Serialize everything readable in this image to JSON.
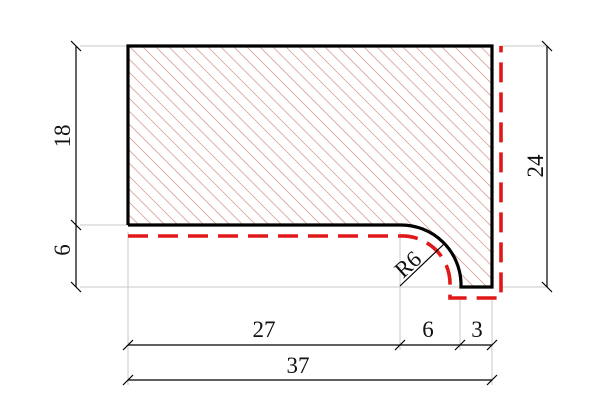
{
  "diagram": {
    "dimensions": {
      "top_height": "18",
      "bottom_height": "6",
      "total_height": "24",
      "left_width": "27",
      "radius_width": "6",
      "gap_width": "3",
      "total_width": "37",
      "radius_label": "R6"
    }
  },
  "colors": {
    "outline": "#000000",
    "hatch": "#d9a39b",
    "cut_path": "#e01818",
    "dimension_line": "#000000",
    "extension_line": "#c8c8c8"
  }
}
